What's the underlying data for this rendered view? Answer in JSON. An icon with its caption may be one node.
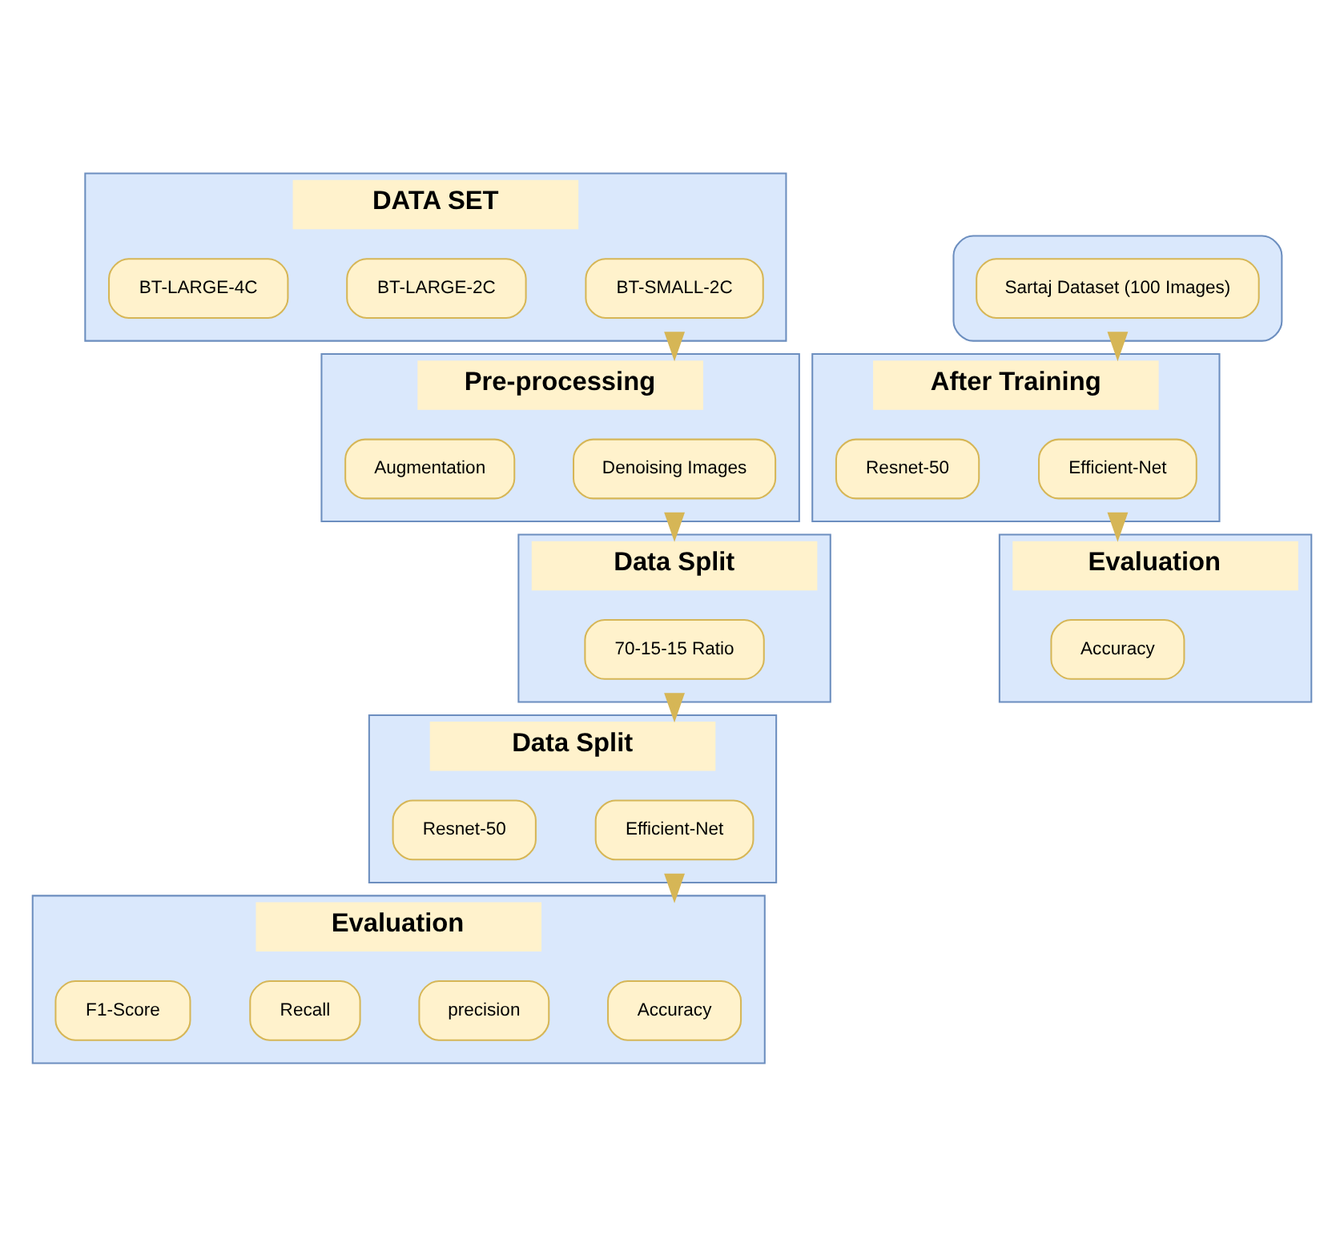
{
  "diagram": {
    "nodes": [
      {
        "text": [
          "DATA SET"
        ]
      },
      {
        "text": [
          "BT-SMALL-2C"
        ],
        "in": 0
      },
      {
        "text": [
          "BT-LARGE-2C"
        ],
        "in": 0
      },
      {
        "text": [
          "BT-LARGE-4C"
        ],
        "in": 0
      },
      {
        "text": [
          "Pre-processing"
        ]
      },
      {
        "text": [
          "Denoising Images"
        ],
        "in": 4
      },
      {
        "text": [
          "Augmentation"
        ],
        "in": 4
      },
      {
        "text": [
          "Data Split"
        ]
      },
      {
        "text": [
          "70-15-15 Ratio"
        ],
        "in": 7
      },
      {
        "text": [
          "Evaluation"
        ]
      },
      {
        "text": [
          "Accuracy"
        ],
        "in": 9
      },
      {
        "text": [
          "precision"
        ],
        "in": 9
      },
      {
        "text": [
          "Recall"
        ],
        "in": 9
      },
      {
        "text": [
          "F1-Score"
        ],
        "in": 9
      },
      {
        "text": [
          "Data Split"
        ]
      },
      {
        "text": [
          "Efficient-Net"
        ],
        "in": 14
      },
      {
        "text": [
          "Resnet-50"
        ],
        "in": 14
      },
      {
        "text": [
          "Evaluation"
        ]
      },
      {
        "text": [
          "Accuracy"
        ],
        "in": 17
      },
      {
        "text": [
          "After Training"
        ]
      },
      {
        "text": [
          "Efficient-Net"
        ],
        "in": 19
      },
      {
        "text": [
          "Resnet-50"
        ],
        "in": 19
      },
      {
        "text": [],
        "shape": "box"
      },
      {
        "text": [
          "Sartaj Dataset (100 Images)"
        ],
        "in": 22
      }
    ],
    "edges": [
      {
        "from": 0,
        "to": 4,
        "arrow": "to"
      },
      {
        "from": 4,
        "to": 7,
        "arrow": "to"
      },
      {
        "from": 7,
        "to": 14,
        "arrow": "to"
      },
      {
        "from": 14,
        "to": 9,
        "arrow": "to"
      },
      {
        "from": 19,
        "to": 17,
        "arrow": "to"
      },
      {
        "from": 22,
        "to": 19,
        "arrow": "to"
      }
    ]
  }
}
